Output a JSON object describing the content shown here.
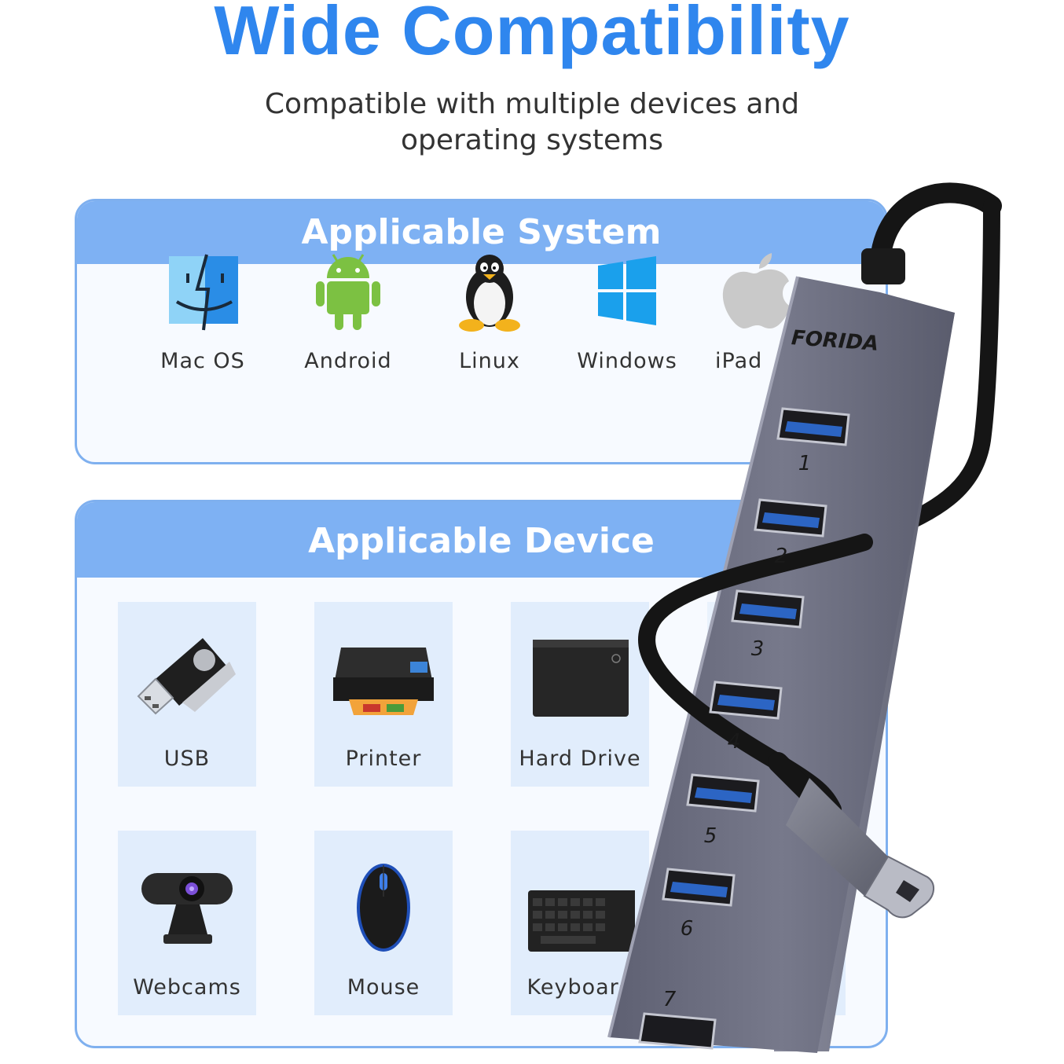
{
  "headline": "Wide Compatibility",
  "subtitle": "Compatible with multiple devices and operating systems",
  "system_panel": {
    "title": "Applicable System",
    "items": [
      {
        "label": "Mac OS",
        "icon": "finder-icon"
      },
      {
        "label": "Android",
        "icon": "android-icon"
      },
      {
        "label": "Linux",
        "icon": "linux-penguin-icon"
      },
      {
        "label": "Windows",
        "icon": "windows-icon"
      },
      {
        "label": "iPad",
        "icon": "apple-icon"
      }
    ]
  },
  "device_panel": {
    "title": "Applicable Device",
    "items": [
      {
        "label": "USB",
        "icon": "usb-flash-drive-icon"
      },
      {
        "label": "Printer",
        "icon": "printer-icon"
      },
      {
        "label": "Hard Drive",
        "icon": "hard-drive-icon"
      },
      {
        "label": "Webcams",
        "icon": "webcam-icon"
      },
      {
        "label": "Mouse",
        "icon": "mouse-icon"
      },
      {
        "label": "Keyboard",
        "icon": "keyboard-icon"
      }
    ]
  },
  "product": {
    "brand": "FORIDA",
    "port_numbers": [
      "1",
      "2",
      "3",
      "4",
      "5",
      "6",
      "7"
    ]
  },
  "colors": {
    "headline": "#2f86ee",
    "panel_header": "#7eb1f3",
    "card": "#e1edfc",
    "hub_body": "#6e7081"
  }
}
